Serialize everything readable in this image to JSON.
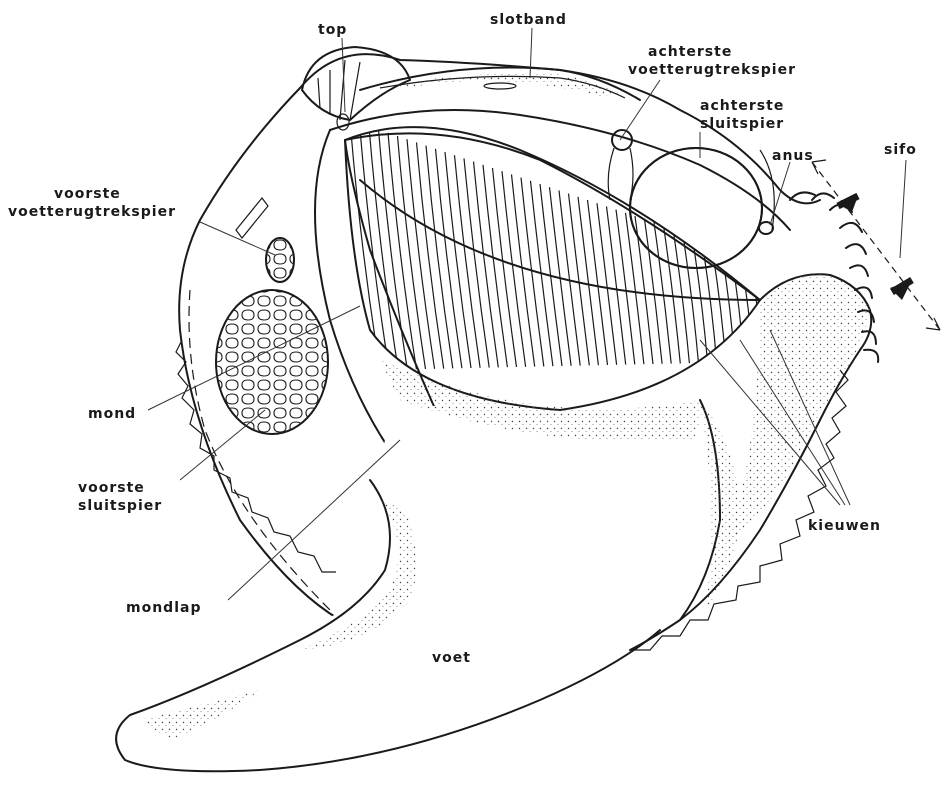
{
  "labels": {
    "top": "top",
    "slotband": "slotband",
    "achterste_voetterugtrekspier_1": "achterste",
    "achterste_voetterugtrekspier_2": "voetterugtrekspier",
    "achterste_sluitspier_1": "achterste",
    "achterste_sluitspier_2": "sluitspier",
    "anus": "anus",
    "sifo": "sifo",
    "voorste_voetterugtrekspier_1": "voorste",
    "voorste_voetterugtrekspier_2": "voetterugtrekspier",
    "mond": "mond",
    "voorste_sluitspier_1": "voorste",
    "voorste_sluitspier_2": "sluitspier",
    "mondlap": "mondlap",
    "voet": "voet",
    "kieuwen": "kieuwen"
  }
}
